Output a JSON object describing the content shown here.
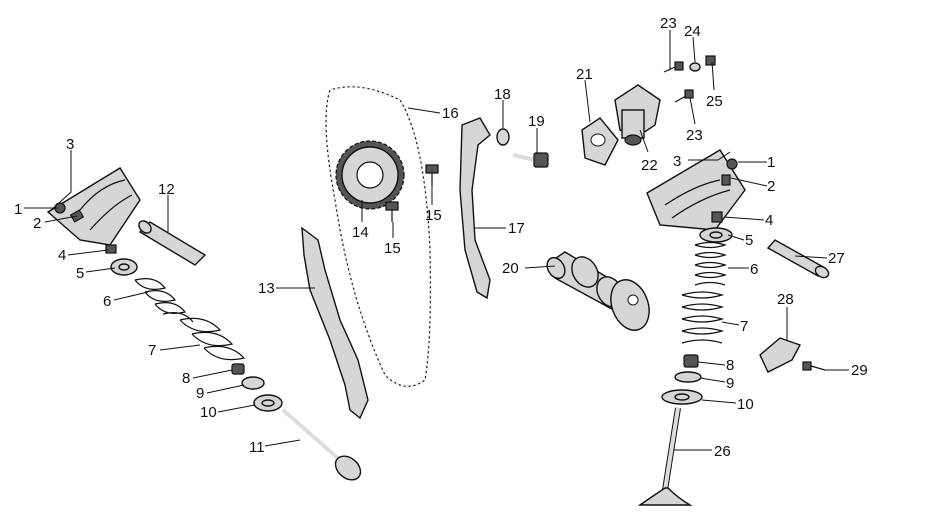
{
  "diagram": {
    "callouts": [
      {
        "id": "l-1a",
        "text": "1"
      },
      {
        "id": "l-2a",
        "text": "2"
      },
      {
        "id": "l-3a",
        "text": "3"
      },
      {
        "id": "l-4a",
        "text": "4"
      },
      {
        "id": "l-5a",
        "text": "5"
      },
      {
        "id": "l-6a",
        "text": "6"
      },
      {
        "id": "l-7a",
        "text": "7"
      },
      {
        "id": "l-8a",
        "text": "8"
      },
      {
        "id": "l-9a",
        "text": "9"
      },
      {
        "id": "l-10a",
        "text": "10"
      },
      {
        "id": "l-11",
        "text": "11"
      },
      {
        "id": "l-12",
        "text": "12"
      },
      {
        "id": "l-13",
        "text": "13"
      },
      {
        "id": "l-14",
        "text": "14"
      },
      {
        "id": "l-15a",
        "text": "15"
      },
      {
        "id": "l-15b",
        "text": "15"
      },
      {
        "id": "l-16",
        "text": "16"
      },
      {
        "id": "l-17",
        "text": "17"
      },
      {
        "id": "l-18",
        "text": "18"
      },
      {
        "id": "l-19",
        "text": "19"
      },
      {
        "id": "l-20",
        "text": "20"
      },
      {
        "id": "l-21",
        "text": "21"
      },
      {
        "id": "l-22",
        "text": "22"
      },
      {
        "id": "l-23a",
        "text": "23"
      },
      {
        "id": "l-24",
        "text": "24"
      },
      {
        "id": "l-25",
        "text": "25"
      },
      {
        "id": "l-23b",
        "text": "23"
      },
      {
        "id": "l-3b",
        "text": "3"
      },
      {
        "id": "l-1b",
        "text": "1"
      },
      {
        "id": "l-2b",
        "text": "2"
      },
      {
        "id": "l-4b",
        "text": "4"
      },
      {
        "id": "l-5b",
        "text": "5"
      },
      {
        "id": "l-27",
        "text": "27"
      },
      {
        "id": "l-6b",
        "text": "6"
      },
      {
        "id": "l-28",
        "text": "28"
      },
      {
        "id": "l-7b",
        "text": "7"
      },
      {
        "id": "l-29",
        "text": "29"
      },
      {
        "id": "l-8b",
        "text": "8"
      },
      {
        "id": "l-9b",
        "text": "9"
      },
      {
        "id": "l-10b",
        "text": "10"
      },
      {
        "id": "l-26",
        "text": "26"
      }
    ]
  }
}
